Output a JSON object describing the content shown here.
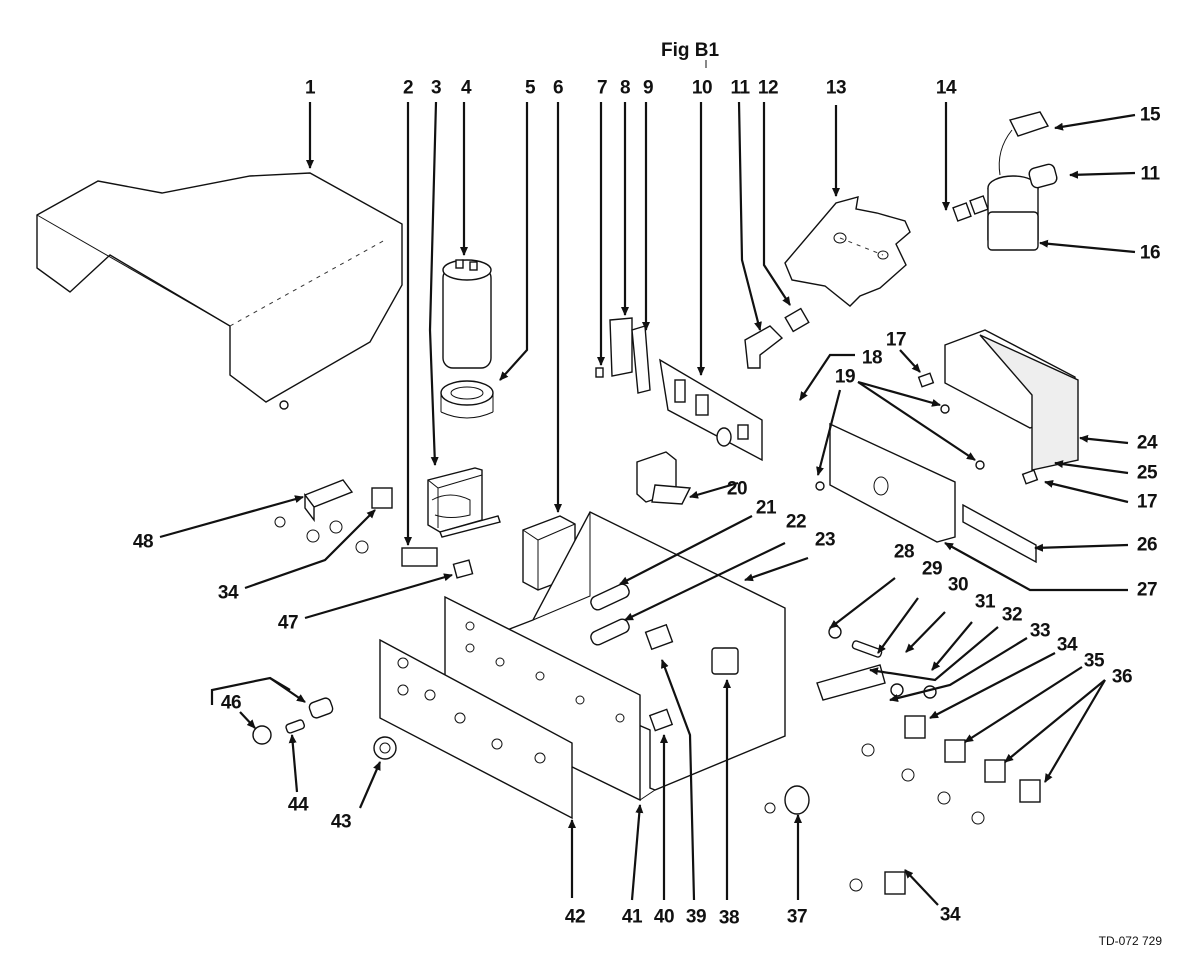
{
  "figure": {
    "title": "Fig B1",
    "document_id": "TD-072 729",
    "description": "Exploded parts view of an electronic chassis assembly"
  },
  "callouts": [
    {
      "id": "c1",
      "label": "1"
    },
    {
      "id": "c2",
      "label": "2"
    },
    {
      "id": "c3",
      "label": "3"
    },
    {
      "id": "c4",
      "label": "4"
    },
    {
      "id": "c5",
      "label": "5"
    },
    {
      "id": "c6",
      "label": "6"
    },
    {
      "id": "c7",
      "label": "7"
    },
    {
      "id": "c8",
      "label": "8"
    },
    {
      "id": "c9",
      "label": "9"
    },
    {
      "id": "c10",
      "label": "10"
    },
    {
      "id": "c11a",
      "label": "11"
    },
    {
      "id": "c12",
      "label": "12"
    },
    {
      "id": "c13",
      "label": "13"
    },
    {
      "id": "c14",
      "label": "14"
    },
    {
      "id": "c15",
      "label": "15"
    },
    {
      "id": "c11b",
      "label": "11"
    },
    {
      "id": "c16",
      "label": "16"
    },
    {
      "id": "c17a",
      "label": "17"
    },
    {
      "id": "c18",
      "label": "18"
    },
    {
      "id": "c19",
      "label": "19"
    },
    {
      "id": "c24",
      "label": "24"
    },
    {
      "id": "c25",
      "label": "25"
    },
    {
      "id": "c17b",
      "label": "17"
    },
    {
      "id": "c20",
      "label": "20"
    },
    {
      "id": "c21",
      "label": "21"
    },
    {
      "id": "c22",
      "label": "22"
    },
    {
      "id": "c23",
      "label": "23"
    },
    {
      "id": "c26",
      "label": "26"
    },
    {
      "id": "c27",
      "label": "27"
    },
    {
      "id": "c28",
      "label": "28"
    },
    {
      "id": "c29",
      "label": "29"
    },
    {
      "id": "c30",
      "label": "30"
    },
    {
      "id": "c31",
      "label": "31"
    },
    {
      "id": "c32",
      "label": "32"
    },
    {
      "id": "c33",
      "label": "33"
    },
    {
      "id": "c34a",
      "label": "34"
    },
    {
      "id": "c35",
      "label": "35"
    },
    {
      "id": "c36",
      "label": "36"
    },
    {
      "id": "c34b",
      "label": "34"
    },
    {
      "id": "c37",
      "label": "37"
    },
    {
      "id": "c38",
      "label": "38"
    },
    {
      "id": "c39",
      "label": "39"
    },
    {
      "id": "c40",
      "label": "40"
    },
    {
      "id": "c41",
      "label": "41"
    },
    {
      "id": "c42",
      "label": "42"
    },
    {
      "id": "c43",
      "label": "43"
    },
    {
      "id": "c44",
      "label": "44"
    },
    {
      "id": "c46",
      "label": "46"
    },
    {
      "id": "c34c",
      "label": "34"
    },
    {
      "id": "c47",
      "label": "47"
    },
    {
      "id": "c48",
      "label": "48"
    }
  ]
}
